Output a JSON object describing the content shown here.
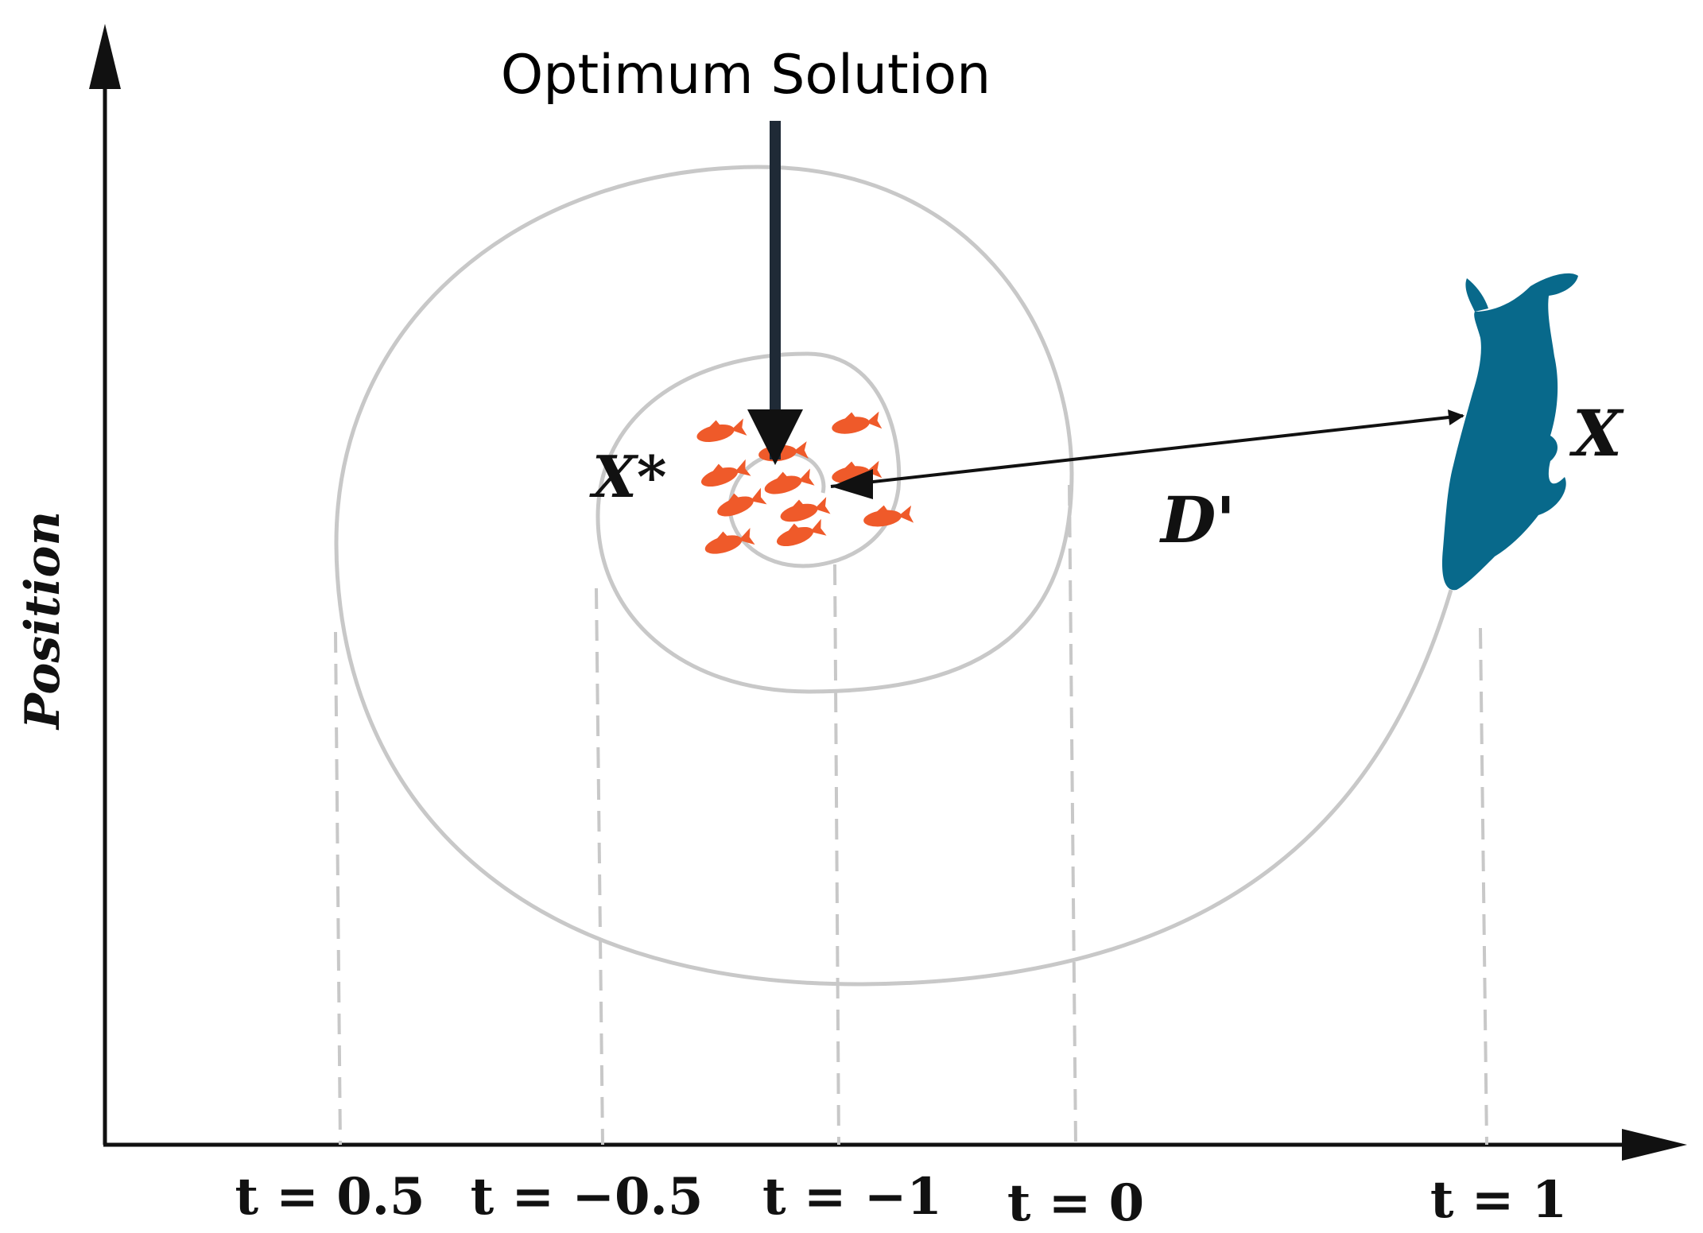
{
  "title": "Optimum Solution",
  "y_axis_label": "Position",
  "prey_label": "X*",
  "whale_label": "X",
  "distance_label": "D'",
  "ticks": [
    "t = 0.5",
    "t = −0.5",
    "t = −1",
    "t = 0",
    "t = 1"
  ],
  "colors": {
    "spiral": "#c8c8c8",
    "dashed": "#c8c8c8",
    "fish": "#ef5a2a",
    "whale": "#08698b",
    "arrow": "#1f2a36",
    "axis": "#111111"
  },
  "icons": {
    "prey": "fish-school-icon",
    "agent": "whale-icon"
  }
}
